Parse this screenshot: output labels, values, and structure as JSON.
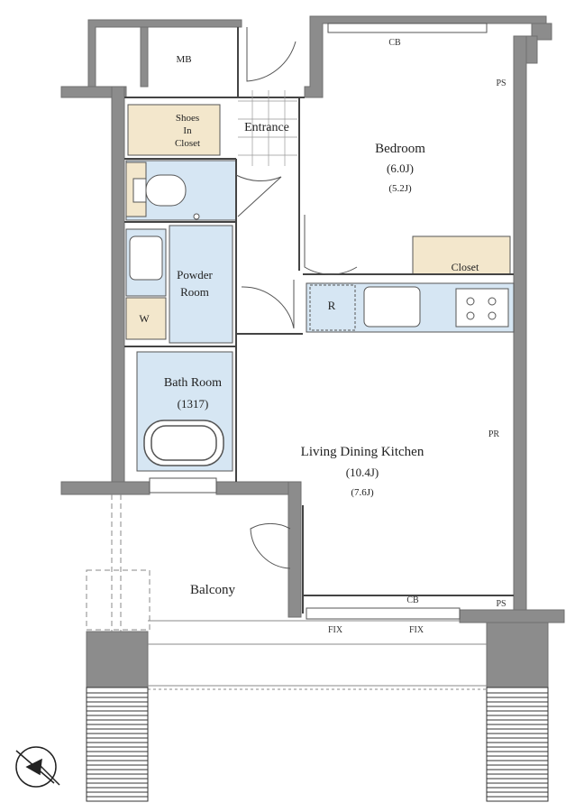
{
  "rooms": {
    "mb": "MB",
    "shoes_closet": [
      "Shoes",
      "In",
      "Closet"
    ],
    "entrance": "Entrance",
    "bedroom": {
      "name": "Bedroom",
      "size1": "(6.0J)",
      "size2": "(5.2J)"
    },
    "closet": "Closet",
    "refrigerator": "R",
    "powder_room": [
      "Powder",
      "Room"
    ],
    "washer": "W",
    "bath_room": {
      "name": "Bath Room",
      "size": "(1317)"
    },
    "ldk": {
      "name": "Living Dining Kitchen",
      "size1": "(10.4J)",
      "size2": "(7.6J)"
    },
    "balcony": "Balcony"
  },
  "marks": {
    "cb_top": "CB",
    "cb_bottom": "CB",
    "ps_top": "PS",
    "ps_bottom": "PS",
    "pr": "PR",
    "fix_left": "FIX",
    "fix_right": "FIX"
  },
  "colors": {
    "wall": "#8c8c8c",
    "wet_area": "#d6e6f3",
    "storage": "#f3e7cc",
    "line": "#555555"
  },
  "icons": [
    "north-arrow-icon",
    "toilet-icon",
    "sink-icon",
    "bathtub-icon",
    "stove-icon",
    "door-swing-icon"
  ]
}
